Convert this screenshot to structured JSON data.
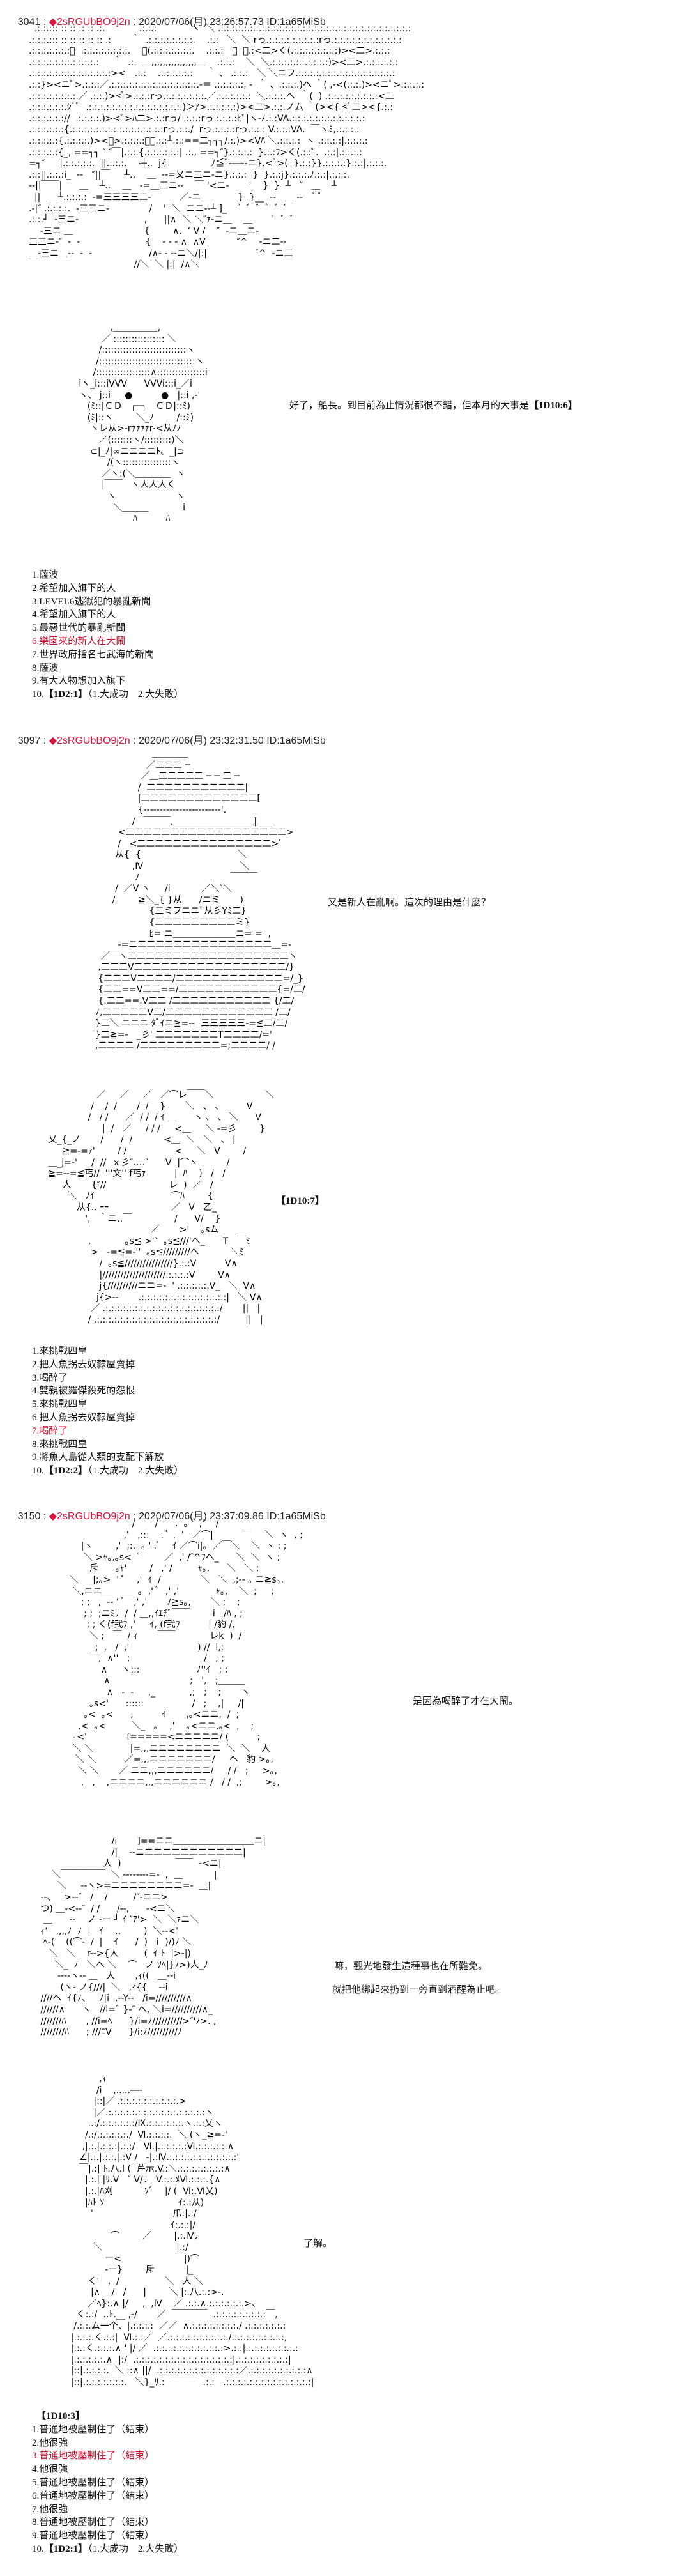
{
  "colors": {
    "trip": "#dc143c",
    "highlight": "#c8102e",
    "text": "#111111"
  },
  "posts": [
    {
      "header": {
        "number": "3041",
        "sep1": " : ",
        "trip": "◆2sRGUbBO9j2n",
        "sep2": " : ",
        "datetime": "2020/07/06(月) 23:26:57.73",
        "id": " ID:1a65MiSb"
      },
      "aa_landscape": [
        "  .:.:.::: :: :: :: :: .:.            .:.:.:        ｀ ヽ  ＼ .:.:.:.:.:.:.:.:.:.:.:.:.:.:.:.:.:.:.:.:.:.:.:.:.:.:.:.:.:.:.:.:.:",
        ".:.:.:.::: :: :: :: :: :: .:       ｀  .:.:.:.:.:.:.:.:.    .:.:   ＼  ＼ rっ.:.:.:.:.:.:.:.:.:rっ.:.:.:.:.:.:.:.:.:.:.:.:",
        ".:.:.:.:.:.:.:ﾟ  .:.:.:.:.:.:.:.:.    ｀(.:.:.:.:.:.:.:.    .:.:.:   ＼  ＼.:<二>く(.:.:.:.:.:.:.:.:)><二>.:.:.:",
        ".:.:.:.:.:.:.:.:.:.:.:.:     ｀  .:.  ＿,,,,,,,,,,,,,,,,＿    .:.:.:    ＼  ＼.:.:.:.:.:.:.:.:.:.:)><二>.:.:.:.:.:.:",
        ".:.:.:.:.:.:.:.:.:.:.:.:.:.:><＿.:.:    .:.:.:.:.:.:     ｀ 、 .:.:.:   ＼ ＼ニフ.:.:.:.:.:.:.:.:.:.:.:.:.:.:.:.:.:",
        ".:.:}><ニﾟ>.:.:.:／.:.:.:.:.:.:.:.:.:.:.:.:.:.:.:.-＝ .:.:.:.:.:, -  ｀ 、.:.:.:.)ヘ ｀( ,-<(.:.:.)><ニﾟ>.:.:.:.:",
        ".:.:.:.:.:.:.:.:.／ .:.:.)><ﾟ>.:.:.:rっ.:.:.:.:.:.:.:.／.:.:.:.:.:.:  ＼.:.:.:.ヘ  ｀(  ) .:.:.:.:.:.:.:.:.:<二",
        ".:.:.:.:.:.:.ｼﾞﾟ  .:.:.:.:.:.:.:.:.:.:.:.:.:.:.:.:.)＞ｱ>.:.:.:.:.:)><二>.:.:.ノム ｀(><{ <ﾟ二><{.:.:",
        ".:.:.:.:.:.://  .:.:.:.:.)><ﾟ>ﾊ二>.:.:rっ/ .:.:.:rっ.:.:.:.:ﾋﾞ|ヽ-ﾉ.:.:VA.:.:.:.:.:.:.:.:.:.:.:.:.:",
        ".:.:.:.:.:.:{.:.:.:.:.:.:.:.:.:.:.:.:.:.:.:.:rっ.:.:./  rっ.:.:.:.:rっ.:.:.: V.:.:.:VA.  ￣ヽﾐ,.:.:.:.:",
        ".:.:.:.:.:{.:.:.:.:.)><ﾟ>.:.:.:.:＿＿.:.:┴.:.:==二┐┐┐/.:.)><Vﾊ ＼.:.:.:.:  ヽ .:.:.:.:|.:.:.:.:",
        ".:.:.:.:.:{_, ==┐┐ ″ ″￣|.:.:.{.:.:.:.:.:.:| .:., ==┐″}.:.:.:.:  }.:.:ﾌ>く(.:.:ﾟ.  .:.:|.:.:.:.:",
        "=┐″￣  |.:.:.:.:.:.  ||.:.:.:.    -┼‥  j{￣￣￣￣   ﾉ≦ﾞ-―--ニ}.<ﾟ>(  }.:.:}}.:.:.:.:}.:.:|.:.:.:.",
        ".:.:||.:.:.:i_  -‐   ″||￣     ┴‥    ＿  --=乂ニ三ニ-ニ}.:.:.:  }  }.:.:j}.:.:.:.ﾉ.:.:|.:.:.:.",
        "--||￣￣|      ＿    ┴‥    ＿   -=＿三ニ--    ￣ '<ニ-       '    }  }  ┴   ″   ＿    ┴",
        "  ||   ＿┴.:.:.:.:  -=三三三三二-          ／-ニ＿          }  }__  ‐-   ＿ --   ﾞ ﾞ",
        ".-|″ .:.:.:.:.  -三三ニ-              /    '  ＼  ニニ‐-┴ ]_    ﾞ  ﾞ  ﾞ  ﾞ  ﾞ  ﾞ",
        ".:.:.┘  -三ニ-                       ,      ||∧  ＼ ＼″ｧ‐ニ＿    ＿       ﾞ  ﾞ  ﾞ",
        "    -三ニ ＿                         {        ∧.  ‘ V /    ″  -ニ＿ニ-",
        "三三ニ-″  -  -                       {    - - - ∧  ∧V           ″^    -ニ二--",
        "＿-三ニ＿--  -  -                    /∧- - --ニ＼/|:|                 ″^  -ニ二",
        "                                     //＼  ＼ |:|  /∧＼"
      ],
      "aa_character": [
        "              ,＿＿＿＿＿,",
        "           ／ ::::::::::::::::: ＼",
        "          /::::::::::::::::::::::::::::ヽ",
        "         /::::::::::::::::::::::::::::::::ヽ",
        "        /::::::::::::::::::∧::::::::::::::::i",
        "   iヽ_i:::iVVV      VVVi:::i_／i",
        "   ヽ、 j::i     ●          ●   |::i ,-'",
        "      (ﾐ::|ＣＤ   ┌─┐   ＣＤ|::ﾐ)",
        "      (ﾐ|::ヽ        ＼_ﾉ        /::ﾐ)",
        "       ヽレ从>-rｧｧｧｧr-<从ﾉﾉ",
        "          ／(:::::::ヽ/:::::::::)＼",
        "       ⊂|_ﾉ|∞ニニニニﾄ、_|⊃",
        "             /(ヽ::::::::::::::::ヽ",
        "           ／ヽ:(＼＿＿＿＿  ヽ",
        "           |￣￣   ヽ人人人く",
        "             ヽ                     ヽ",
        "               ＼＿＿＿            i",
        "                      ﾊ          ﾊ"
      ],
      "dialogue": {
        "text": "好了，船長。到目前為止情況都很不錯，但本月的大事是",
        "dice": "【1D10:6】"
      },
      "choices": [
        {
          "num": "1.",
          "text": "薩波"
        },
        {
          "num": "2.",
          "text": "希望加入旗下的人"
        },
        {
          "num": "3.",
          "text": "LEVEL6逃獄犯的暴亂新聞"
        },
        {
          "num": "4.",
          "text": "希望加入旗下的人"
        },
        {
          "num": "5.",
          "text": "最惡世代的暴亂新聞"
        },
        {
          "num": "6.",
          "text": "樂園來的新人在大鬧",
          "color": "#c8102e"
        },
        {
          "num": "7.",
          "text": "世界政府指名七武海的新聞"
        },
        {
          "num": "8.",
          "text": "薩波"
        },
        {
          "num": "9.",
          "text": "有大人物想加入旗下"
        },
        {
          "num": "10.",
          "dice": "【1D2:1】",
          "text": "（1.大成功　2.大失敗）"
        }
      ]
    },
    {
      "header": {
        "number": "3097",
        "sep1": " : ",
        "trip": "◆2sRGUbBO9j2n",
        "sep2": " : ",
        "datetime": "2020/07/06(月) 23:32:31.50",
        "id": " ID:1a65MiSb"
      },
      "aa_hat_man": [
        "                               ＿＿＿＿",
        "                             ／二二二 ─ ＿＿＿＿",
        "                           ／＿二二二二二 ─ ─ 二 ─",
        "                          /  二二二二二二二二二二二|",
        "                          |二二二二二二二二二二二二二[",
        "                          {‐‐‐‐‐‐‐‐‐‐‐‐‐‐‐‐‐‐‐‐‐‐‐‐'.",
        "                        /   ￣￣￣,＿＿＿＿＿＿＿＿＿|＿＿",
        "                   <二二二二二二二二二二二二二二二二二二>",
        "                   /   <二二二二二二二二二二二二二二二>ﾟ",
        "                  从{  {                                  ＼",
        "                        ,Ⅳ                                  ＼",
        "                         ﾉ                                ￣￣￣",
        "                  /  ／V ヽ     /i           ／＼″＼",
        "                 /        ≧＼_{ }从      /ニミ       )",
        "                              {三ミフニニﾞ从彡Yﾐ二}",
        "                              {二二二二二二二二二ミ}",
        "                              ﾋ= ニ＿＿＿＿＿＿＿ニ= =  ,",
        "                   -=ニ二二二二二二二二二二二二二二二＿=-",
        "             ／￣ヽ二二二二二二二二二二二二二二二二二二ヽ",
        "            ,二二二V二二二二二二二二二二二二二二二二二/}",
        "            {二二二V二二二二/二二二二二二二二二二二二=/_}",
        "            {二二==V二二==/二二二二二二二二二二二{=/二/",
        "            {.二二==.V二二 /二二二二二二二二二二二 {/二/",
        "           ﾉ,二二二二二V二/二二二二二二二二二二二二 /二/",
        "           }二＼ ニニニ ﾀﾞｲニ≧=--  三三三三三-=≦二/二/",
        "           }二≧=-   _彡' 二二二二二二二T二二二二/='",
        "           ,二二二二 /二二二二二二二二二=;二二二二/ /"
      ],
      "dialogue": "又是新人在亂啊。這次的理由是什麼？",
      "aa_face": [
        "                    ／     ／     ／   ／⌒レ￣￣＼                  ＼",
        "                  /    /  /       /  /    }       ＼   、 、        V",
        "                 /   / /      ／  / /  / ｲ ＿      ヽ 、 、 ＼      V",
        "                      |  /   ／     / / /     <＿     ＼ -=彡        }",
        "   乂_{_ノ       /      /  /           <＿  ＼   ＼   、 |",
        "        ≧=-=ｧ'        / /                 <     ＼   V        /",
        "   ＿_j=-'     /  //  ｘ彡″‥‥″      V  |⌒ヽ          /",
        "   ≧=-‐=≦丐//  '''文'' f丐ｧ          |  ﾊ    )   /   /",
        "        人       {″//                      レ  )  ／   /",
        "          ＼   ﾉｲ                           ⌒ﾊ        {",
        "             从{.. ｰｰ                      ／   V   乙_",
        "                ',   ｀ニ‥￣               /      V/    }",
        "                                       ／       >'    ｡sム",
        "                 ,            ｡s≦ >'″  ｡s≦///'ヘ_￣￣T   ￣ﾐ",
        "                  >   -=≦=-''  ｡s≦/////////ヘ           ＼ﾐ",
        "                     /  ｡s≦////////////////}.:.:V          V∧",
        "                     |/////////////////////.:.:.:.:V        V∧",
        "                     j{//////////ニニ=-  ' .:.:.:.:.:.V_   ＼  V∧",
        "                    j{>--       .:.:.:.:.:.:.:.:.:.:.:.:.:.:.:|   ＼ V∧",
        "                  ／ .:.:.:.:.:.:.:.:.:.:.:.:.:.:.:.:.:.:.:.:/       ||   |",
        "                 / .:.:.:.:.:.:.:.:.:.:.:.:.:.:.:.:.:.:.:.:.:/         ||   |"
      ],
      "dice_result": "【1D10:7】",
      "choices": [
        {
          "num": "1.",
          "text": "來挑戰四皇"
        },
        {
          "num": "2.",
          "text": "把人魚拐去奴隸屋賣掉"
        },
        {
          "num": "3.",
          "text": "喝醉了"
        },
        {
          "num": "4.",
          "text": "雙親被羅傑殺死的怨恨"
        },
        {
          "num": "5.",
          "text": "來挑戰四皇"
        },
        {
          "num": "6.",
          "text": "把人魚拐去奴隸屋賣掉"
        },
        {
          "num": "7.",
          "text": "喝醉了",
          "color": "#c8102e"
        },
        {
          "num": "8.",
          "text": "來挑戰四皇"
        },
        {
          "num": "9.",
          "text": "將魚人島從人類的支配下解放"
        },
        {
          "num": "10.",
          "dice": "【1D2:2】",
          "text": "（1.大成功　2.大失敗）"
        }
      ]
    },
    {
      "header": {
        "number": "3150",
        "sep1": " : ",
        "trip": "◆2sRGUbBO9j2n",
        "sep2": " : ",
        "datetime": "2020/07/06(月) 23:37:09.86",
        "id": " ID:1a65MiSb"
      },
      "aa_face": [
        "                        /       /      .  ｡ '  ,'    /",
        "                     ,'   ,:::    . ﾟ .  '   ／⌒|          ￣     ＼  ヽ  , ;",
        "      |ヽ        ,'  ;:.  ｡ ' .ﾟ    ｲ ／⌒i|｡  ／￣＼    ＼  ヽ ; ;",
        "       ＼ >ｬ｡,｡s<  ﾟ        ／  ,' /″^ﾌヘ_      ＼  ＼  ヽ ;",
        "         斥      ｡ｬ'        /   ,' /         ｬ｡,      ＼   ＼ ;",
        "  ＼     |;｡>  ' ﾟ    ,'  ｲ  /              ＼   ＼  ,;-- ｡ ニ≧s｡,",
        "   ＼,ニニ＿＿＿＿｡  ,' ﾟ  ,' ,'             ｬ｡,    ＼  ;     ;",
        "      ; ;   ,  -‐ ' ﾟ   ,' ,'       ﾉ≧s｡,       ＼ ;    ;",
        "       ; ;  ;ニﾐﾘ  /  / ＿,,ｲｴﾁﾞ￣￣        i   /ﾊ , ;",
        "        ; ; く(f弐ﾌ ,'     ｲ, (f弐ﾌ          | /豹 /,",
        "         ＼ ;   ￣  / ｨ       ￣￣            レk  )  /",
        "           ;  ,   /  ,'                        ) //  l,;",
        "         ￣,  ∧''   ;                          /   ; ;",
        "             ∧     ヽ:::                    ﾉ''ｲ   ; ;",
        "              ∧                            ;   ',   ;＿＿＿",
        "               ∧   -  -     ,_            ,;   ;    ;       ヽ",
        "         ｡s<'      ::::::                 /   ;    ,|     /|",
        "       ｡<  ｡<      ,          ｲ       ,｡<ニニ,  /  ;",
        "     ,<  ｡<         ＼_   ｡    ,'    ｡<ニニ,｡<  ,    ;",
        "   ｡<'              f=====<ニニニニニ/ (          ;",
        "   ＼ ＼             |=,,,ニニニニニニニニ  ＼  ＼    人",
        "    ＼ ＼          ／=,,,ニニニニニニニ/     ヘ   豹 >｡,",
        "     ＼ ＼       ／ ニニ,,,ニニニニニニ/     / /   ;     >｡,",
        "      ,   ,    ,ニニニニ,,,ニニニニニニ /   / /  ,;        >｡,"
      ],
      "dialogue_1": "是因為喝醉了才在大鬧。",
      "aa_scene": [
        "                            /i       ]==ニニ＿＿＿＿＿＿＿＿＿ニ|",
        "                            /|    ‐-ニ二二二二二二二二二二二|",
        "                         人  )                   ￣￣  -<ニ|",
        "       ＼￣￣￣￣￣  ＼ ‐‐‐‐‐‐‐‐=-  ,  ＿           |",
        "         ＼     ‐‐ヽ>=ニニニニニニニニ=-  ＿|",
        "   --、   >--″   /    /         /″-ニニ>",
        "   つ) ＿-<--″  / /      /--,      -<ニ＼",
        "    ＿      ‐-    ノ -ー ┘ ｲ ″ｱ'>  ＼  ＼ｧニ＼",
        "   ｨ'   ,,,,ﾉ  ﾉ  |   ｲ    ‥        )  ＼--<'",
        "    ﾍ-(    ((⌒-  /  |    ｲ      /  )  ｉ )/)ﾉ ＼",
        "      ＼   ＼    r-->{人         (  ｲ ﾄ  |>-|)",
        "        ＼_  ﾉ   ＼ヘ ＼    ⌒   ノ ｿﾍ|}ﾉ>)人_ﾉ",
        "         ----ヽ-- ＿   人       ,ｨ((   ＿--i",
        "          (ヽ- ノ{///|  ＼   ,ｨ{{    --i",
        "   ////ヘ  ｲ{ﾉ、   ﾉ|i  ,-‐Y--   /i=//////////∧",
        "   //////∧      ヽ   //i=ﾞ }-″ ヘ, ＼i=//////////∧_",
        "   ///////ﾊ       , //i=ﾍ      }/i=ﾉ//////////>″'ﾉ>. ,",
        "   ////////ﾊ      ; ///ﾆV      }/i:ﾉ//////////ﾉ"
      ],
      "dialogue_2": "嘛，觀光地發生這種事也在所難免。",
      "dialogue_3": "就把他綁起來扔到一旁直到酒醒為止吧。",
      "aa_character": [
        "              ,ｨ",
        "             /i    ,.....―‐",
        "            |::|／ .:.:.:.:.:.:.:.:.:.:.>",
        "            |／.:.:.:.:.:.:.:.:.:.:.:.:.:.:.:.:.:ヽ",
        "          ..:/.:.:.:.:.:.:/Ⅸ.:.:.:.:.:.:.ヽ.:.:乂ヽ",
        "         /.:/.:.:.:.:.:./  Ⅵ.:.:.:.:.  ＼ (ヽ_≧=-'",
        "        ,|.:.|.:.:.:|.:.:/   Ⅵ.|.:.:.:.:.:Ⅵ.:.:.:.:.:.∧",
        "       ∠|.:.|.:.:.|.:V /   -|.:Ⅳ.:.:.:.:.:.:.:.:.:.:.:.:'",
        "       ￣|.:| ﾄ.八.l (  芹示.V.:＼.:.:.:.:.:.:.:.:∧",
        "         |.:.| |ﾘ.V   ″ V/ﾘ   V.:.:.ﾒⅥ.:.:.:.{∧",
        "         |.:.|ﾊ刈           ｿﾞ    |/ (  Ⅵ:.Ⅵ乂)",
        "         |ﾊﾄ ｿ                          ｲ:.:从)",
        "           '                            爪:|.:/",
        "                                       ｲ:.:.:|/",
        "                  ⌒        ／        |.:.Ⅳﾘ",
        "            ＼                          |.:/",
        "                ー<                      |)⌒",
        "                ‐ー}        斥           |_",
        "          く'   ,  /                ＼   人 ＼",
        "           |∧    /   /      |        ＼ |:.八.:.:>-.",
        "          ／ﾍ}:.∧ |/     ,  ,Ⅳ    ／ .:.:.∧.:.:.:.:.:.:.>、",
        "      く:.:/  ‥ﾄ.__ ,-/       ／  ￣￣￣￣  .:.:.:.:.:.:.:.:.:￣,",
        "     /.:.:.ム一个、|.:.:.:.:  ／／  ∧.:.:.:.:.:.:.:.:./ .:.:.:.:.:.:.:",
        "    |.:.:.:.く.:.:|  Ⅵ.:.:／  ／.:.:.:.:.:.:.:.:.:.:./.:.:.:.:.:.:.:.:.:,",
        "    |.:.:く.:.:.:.∧ ' |/ ／  .:.:.:.:.:.:.:.:.:.:.:.:>.:.:|.:.:.:.:.:.:.:.:.:",
        "    |.:.:.:.:.:.∧  |:/  .:.:.:.:.:.:.:.:.:.:.:.:.:.:.:.:.:|.:.:.:.:.:.:.:.:.:|",
        "    |::|.:.:.:.:.  ＼ ::∧ ||/  .:.:.:.:.:.:.:.:.:.:.:.:.:.:／.:.:.:.:.:.:.:.:.:.:∧",
        "    |::|.:.:.:.:.:.:.:.   ＼}_ﾘ.:  ￣￣￣  .:.:   .:.:.:.:.:.:.:.:.:.:.:.:.:.:.:|"
      ],
      "dialogue_4": "了解。",
      "dice_result": "【1D10:3】",
      "choices": [
        {
          "num": "1.",
          "text": "普通地被壓制住了（結束）"
        },
        {
          "num": "2.",
          "text": "他很強"
        },
        {
          "num": "3.",
          "text": "普通地被壓制住了（結束）",
          "color": "#c8102e"
        },
        {
          "num": "4.",
          "text": "他很強"
        },
        {
          "num": "5.",
          "text": "普通地被壓制住了（結束）"
        },
        {
          "num": "6.",
          "text": "普通地被壓制住了（結束）"
        },
        {
          "num": "7.",
          "text": "他很強"
        },
        {
          "num": "8.",
          "text": "普通地被壓制住了（結束）"
        },
        {
          "num": "9.",
          "text": "普通地被壓制住了（結束）"
        },
        {
          "num": "10.",
          "dice": "【1D2:1】",
          "text": "（1.大成功　2.大失敗）"
        }
      ]
    }
  ]
}
